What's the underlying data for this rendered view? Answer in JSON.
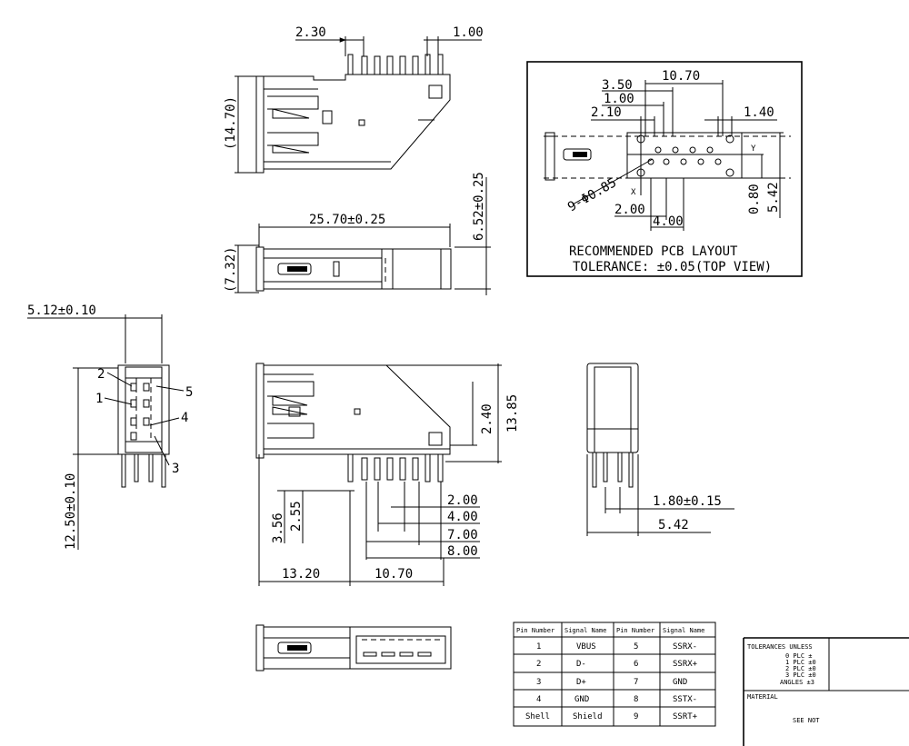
{
  "dimensions": {
    "top_pitch_left": "2.30",
    "top_pitch_right": "1.00",
    "side_height": "(14.70)",
    "length": "25.70±0.25",
    "height_right": "6.52±0.25",
    "front_height": "(7.32)",
    "front_width": "5.12±0.10",
    "front_total_height": "12.50±0.10",
    "side_total_height": "13.85",
    "side_pin_offset": "2.40",
    "side_pin_h1": "3.56",
    "side_pin_h2": "2.55",
    "pin_2": "2.00",
    "pin_4": "4.00",
    "pin_7": "7.00",
    "pin_8": "8.00",
    "base_left": "13.20",
    "base_right": "10.70",
    "rear_pin": "1.80±0.15",
    "rear_width": "5.42"
  },
  "pcb_layout": {
    "d_10_70": "10.70",
    "d_3_50": "3.50",
    "d_1_00": "1.00",
    "d_2_10": "2.10",
    "d_1_40": "1.40",
    "d_0_80": "0.80",
    "d_5_42": "5.42",
    "d_2_00": "2.00",
    "d_4_00": "4.00",
    "hole_callout": "9-Φ0.85",
    "axis_y": "Y",
    "axis_x": "X",
    "title": "RECOMMENDED PCB LAYOUT",
    "tolerance": "TOLERANCE: ±0.05(TOP VIEW)"
  },
  "front_pin_labels": [
    "1",
    "2",
    "3",
    "4",
    "5"
  ],
  "pin_table": {
    "headers": [
      "Pin Number",
      "Signal Name",
      "Pin Number",
      "Signal Name"
    ],
    "rows": [
      [
        "1",
        "VBUS",
        "5",
        "SSRX-"
      ],
      [
        "2",
        "D-",
        "6",
        "SSRX+"
      ],
      [
        "3",
        "D+",
        "7",
        "GND"
      ],
      [
        "4",
        "GND",
        "8",
        "SSTX-"
      ],
      [
        "Shell",
        "Shield",
        "9",
        "SSRT+"
      ]
    ]
  },
  "title_block": {
    "tolerances_heading": "TOLERANCES UNLESS",
    "plc0": "0 PLC  ±",
    "plc1": "1 PLC  ±0",
    "plc2": "2 PLC  ±0",
    "plc3": "3 PLC  ±0",
    "angles": "ANGLES ±3",
    "material": "MATERIAL",
    "see_note": "SEE NOT"
  }
}
